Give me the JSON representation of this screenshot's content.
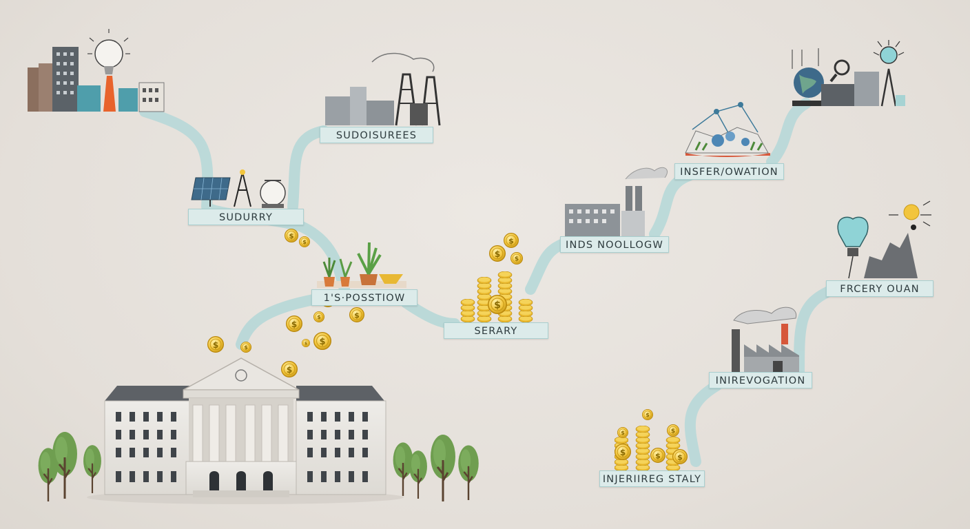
{
  "labels": {
    "l1": "SUDOISUREES",
    "l2": "SUDURRY",
    "l3": "1'S·POSSTIOW",
    "l4": "SERARY",
    "l5": "INDS NOOLLOGW",
    "l6": "INSFER/OWATION",
    "l7": "FRCERY OUAN",
    "l8": "INIREVOGATION",
    "l9": "INJERIIREG STALY"
  },
  "icons": [
    "city-factory-lightbulb",
    "refinery-towers",
    "solar-scale-instruments",
    "potted-plants",
    "coin-stacks",
    "factory-smokestacks",
    "network-landscape",
    "globe-magnifier-tower",
    "lightbulb-rocks-sun",
    "factory-smoke",
    "coin-stacks",
    "bank-building",
    "tree",
    "dollar-coin"
  ],
  "colors": {
    "path": "#b7d8d8",
    "label_bg": "#dcebea",
    "label_border": "#a9cfcf",
    "coin": "#f2c53d",
    "building": "#e6e4df",
    "tree": "#6f9e50"
  }
}
